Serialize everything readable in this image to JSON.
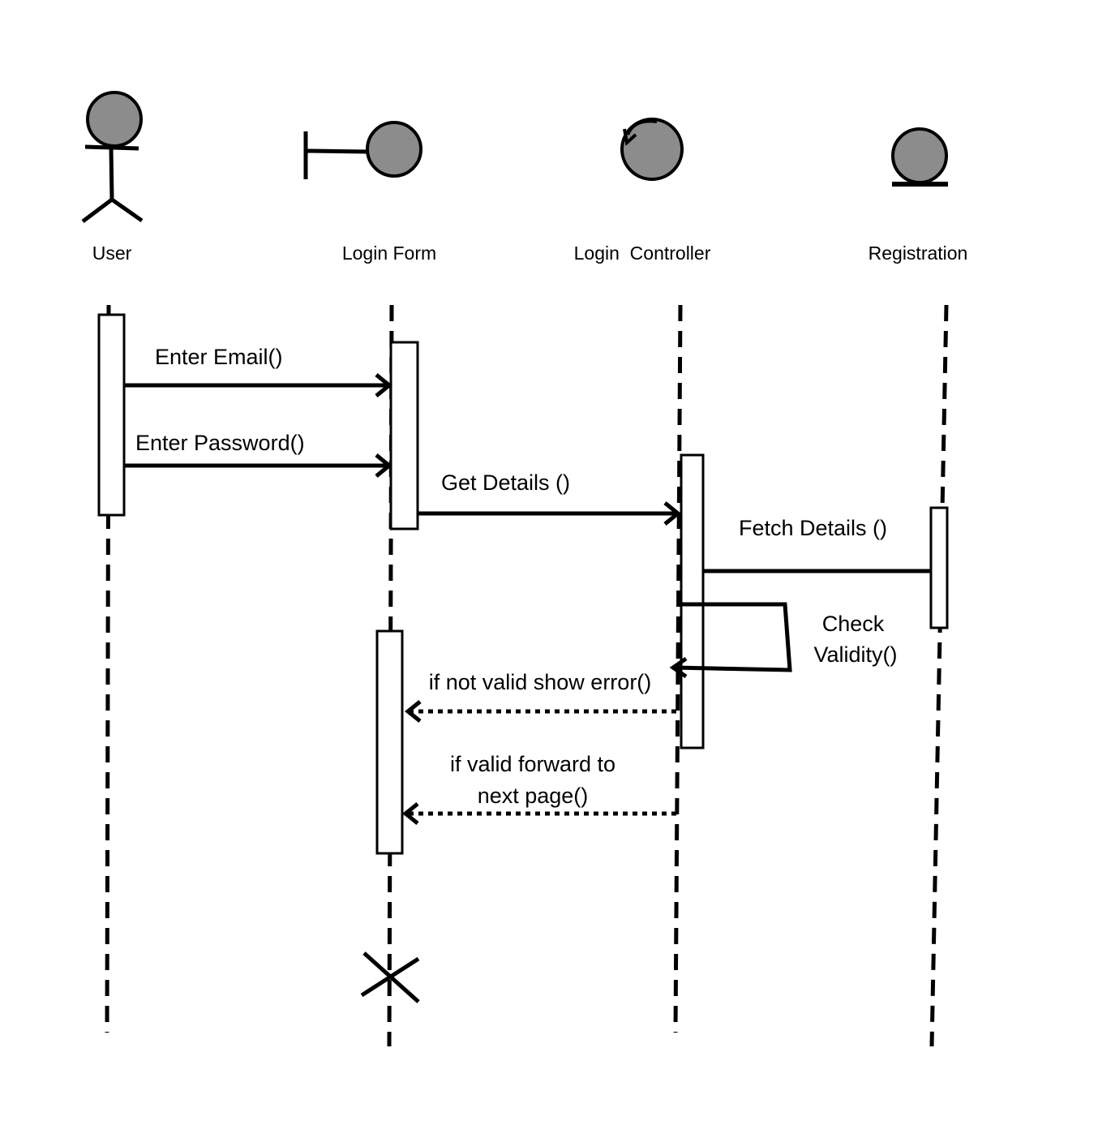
{
  "participants": [
    {
      "id": "user",
      "label": "User",
      "kind": "actor"
    },
    {
      "id": "login_form",
      "label": "Login Form",
      "kind": "boundary"
    },
    {
      "id": "login_controller",
      "label": "Login  Controller",
      "kind": "control"
    },
    {
      "id": "registration",
      "label": "Registration",
      "kind": "entity"
    }
  ],
  "messages": [
    {
      "id": "enter_email",
      "label": "Enter Email()",
      "style": "sync"
    },
    {
      "id": "enter_password",
      "label": "Enter Password()",
      "style": "sync"
    },
    {
      "id": "get_details",
      "label": "Get Details ()",
      "style": "sync"
    },
    {
      "id": "fetch_details",
      "label": "Fetch Details ()",
      "style": "sync"
    },
    {
      "id": "check_validity",
      "label_lines": [
        "Check",
        "Validity()"
      ],
      "style": "self"
    },
    {
      "id": "show_error",
      "label": "if not valid show error()",
      "style": "return"
    },
    {
      "id": "forward",
      "label_lines": [
        "if valid forward to",
        "next page()"
      ],
      "style": "return"
    }
  ],
  "colors": {
    "stroke": "#000000",
    "participant_fill": "#8c8c8c",
    "activation_fill": "#ffffff",
    "background": "#ffffff"
  }
}
